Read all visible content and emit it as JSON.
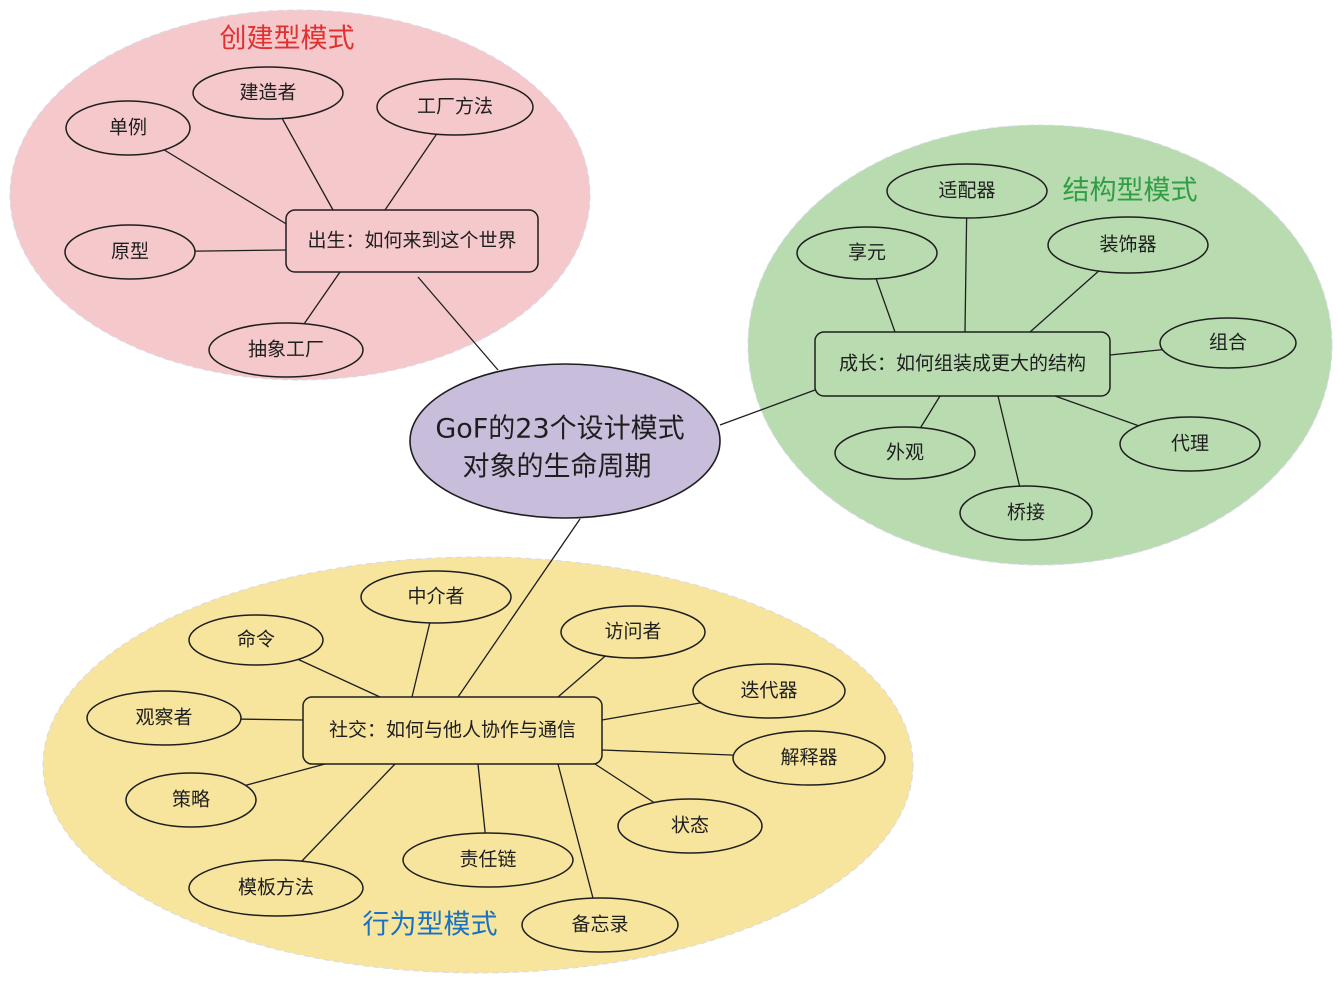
{
  "center": {
    "line1": "GoF的23个设计模式",
    "line2": "对象的生命周期",
    "color": "#c9bddc"
  },
  "groups": [
    {
      "id": "creational",
      "title": "创建型模式",
      "title_color": "#e03131",
      "fill": "#f5c9cc",
      "hub": "出生：如何来到这个世界",
      "leaves": [
        "单例",
        "建造者",
        "工厂方法",
        "原型",
        "抽象工厂"
      ]
    },
    {
      "id": "structural",
      "title": "结构型模式",
      "title_color": "#2f9e44",
      "fill": "#b8dcb0",
      "hub": "成长：如何组装成更大的结构",
      "leaves": [
        "适配器",
        "享元",
        "装饰器",
        "组合",
        "外观",
        "代理",
        "桥接"
      ]
    },
    {
      "id": "behavioral",
      "title": "行为型模式",
      "title_color": "#1971c2",
      "fill": "#f7e59e",
      "hub": "社交：如何与他人协作与通信",
      "leaves": [
        "中介者",
        "命令",
        "访问者",
        "迭代器",
        "观察者",
        "解释器",
        "策略",
        "状态",
        "责任链",
        "模板方法",
        "备忘录"
      ]
    }
  ]
}
